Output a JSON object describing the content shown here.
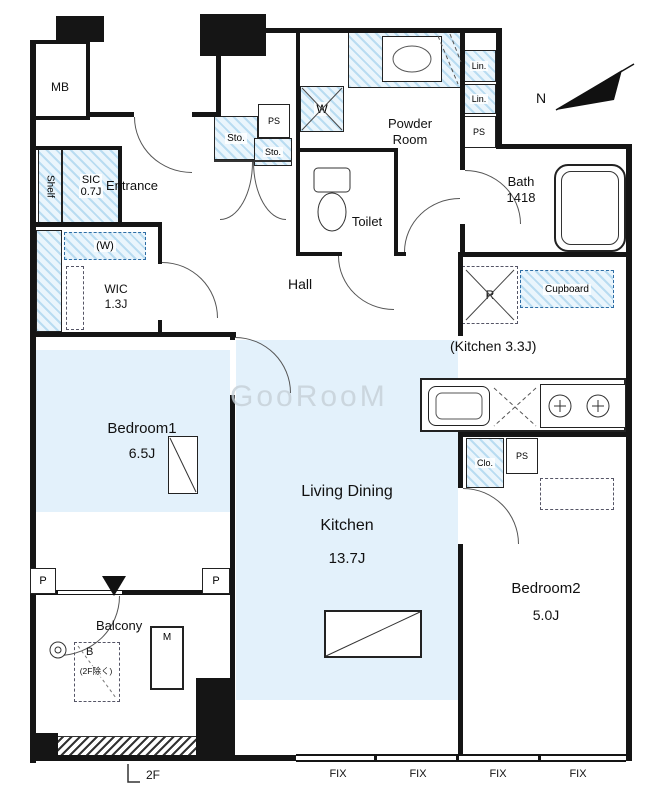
{
  "watermark": "GooRooM",
  "compass": {
    "label": "N"
  },
  "labels": {
    "mb": "MB",
    "shelf": "Shelf",
    "sic_name": "SIC",
    "sic_size": "0.7J",
    "entrance": "Entrance",
    "w_space": "(W)",
    "wic_name": "WIC",
    "wic_size": "1.3J",
    "sto_top": "Sto.",
    "sto_small": "Sto.",
    "ps_hall": "PS",
    "washer": "W",
    "powder_line1": "Powder",
    "powder_line2": "Room",
    "lin_top": "Lin.",
    "lin_bottom": "Lin.",
    "ps_bath": "PS",
    "bath_name": "Bath",
    "bath_size": "1418",
    "toilet": "Toilet",
    "hall": "Hall",
    "fridge": "R",
    "cupboard": "Cupboard",
    "kitchen": "(Kitchen 3.3J)",
    "bedroom1_name": "Bedroom1",
    "bedroom1_size": "6.5J",
    "ldk_line1": "Living Dining",
    "ldk_line2": "Kitchen",
    "ldk_size": "13.7J",
    "bedroom2_name": "Bedroom2",
    "bedroom2_size": "5.0J",
    "closet": "Clo.",
    "ps_bedroom2": "PS",
    "pillar_left": "P",
    "pillar_right": "P",
    "balcony": "Balcony",
    "meter": "M",
    "b_mark": "B",
    "b_note": "(2F除く)",
    "floor": "2F",
    "fix": [
      "FIX",
      "FIX",
      "FIX",
      "FIX"
    ]
  },
  "colors": {
    "room_fill": "#e3f1fb",
    "hatch_fill": "#b9dcf1",
    "wall": "#151515",
    "watermark": "#c6d0d7"
  }
}
